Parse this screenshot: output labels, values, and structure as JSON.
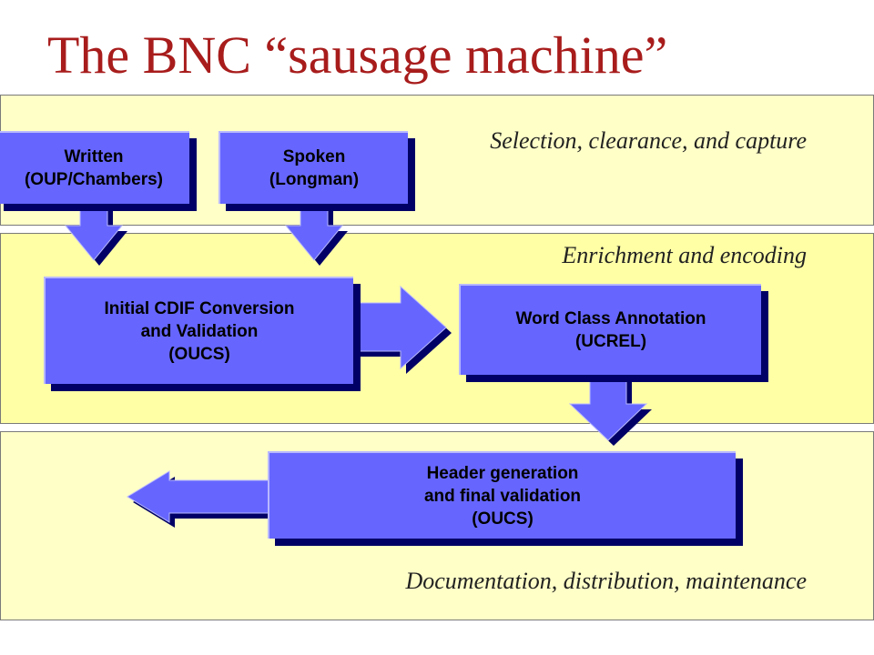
{
  "title": "The BNC “sausage machine”",
  "bands": {
    "capture": "Selection, clearance, and capture",
    "enrichment": "Enrichment and encoding",
    "documentation": "Documentation, distribution, maintenance"
  },
  "boxes": {
    "written": {
      "line1": "Written",
      "line2": "(OUP/Chambers)"
    },
    "spoken": {
      "line1": "Spoken",
      "line2": "(Longman)"
    },
    "cdif": {
      "line1": "Initial CDIF Conversion",
      "line2": "and Validation",
      "line3": "(OUCS)"
    },
    "wordclass": {
      "line1": "Word Class Annotation",
      "line2": "(UCREL)"
    },
    "header": {
      "line1": "Header generation",
      "line2": "and final validation",
      "line3": "(OUCS)"
    }
  },
  "colors": {
    "title": "#a81c1c",
    "box_fill": "#6666ff",
    "box_shadow": "#000066",
    "band_light": "#ffffc8",
    "band_mid": "#ffffa6"
  }
}
